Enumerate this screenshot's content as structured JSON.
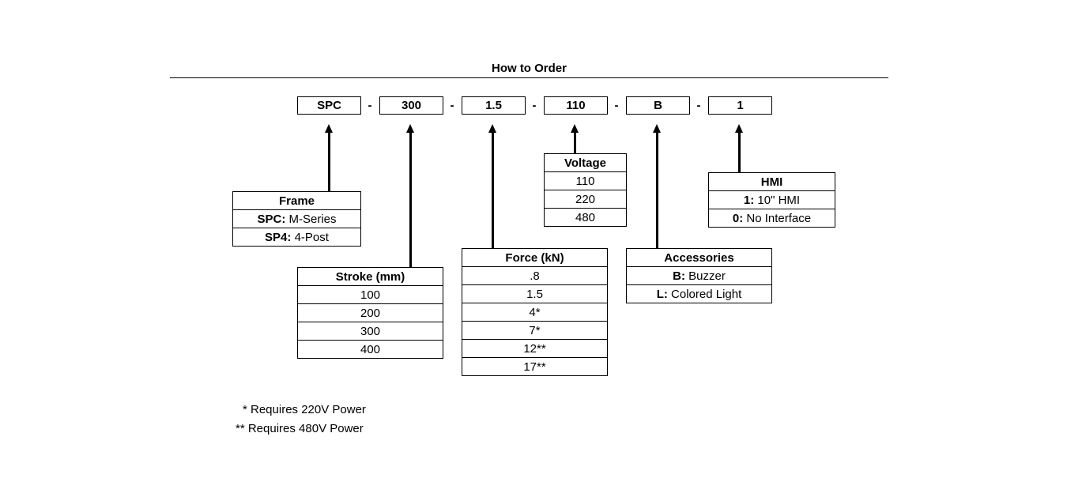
{
  "title": "How to Order",
  "codes": [
    "SPC",
    "300",
    "1.5",
    "110",
    "B",
    "1"
  ],
  "separator": "-",
  "frame": {
    "header": "Frame",
    "rows": [
      {
        "key": "SPC:",
        "val": " M-Series"
      },
      {
        "key": "SP4:",
        "val": " 4-Post"
      }
    ]
  },
  "stroke": {
    "header": "Stroke (mm)",
    "rows": [
      "100",
      "200",
      "300",
      "400"
    ]
  },
  "force": {
    "header": "Force (kN)",
    "rows": [
      ".8",
      "1.5",
      "4*",
      "7*",
      "12**",
      "17**"
    ]
  },
  "voltage": {
    "header": "Voltage",
    "rows": [
      "110",
      "220",
      "480"
    ]
  },
  "accessories": {
    "header": "Accessories",
    "rows": [
      {
        "key": "B:",
        "val": " Buzzer"
      },
      {
        "key": "L:",
        "val": " Colored Light"
      }
    ]
  },
  "hmi": {
    "header": "HMI",
    "rows": [
      {
        "key": "1:",
        "val": " 10\" HMI"
      },
      {
        "key": "0:",
        "val": " No Interface"
      }
    ]
  },
  "notes": [
    "* Requires 220V Power",
    "** Requires 480V Power"
  ]
}
